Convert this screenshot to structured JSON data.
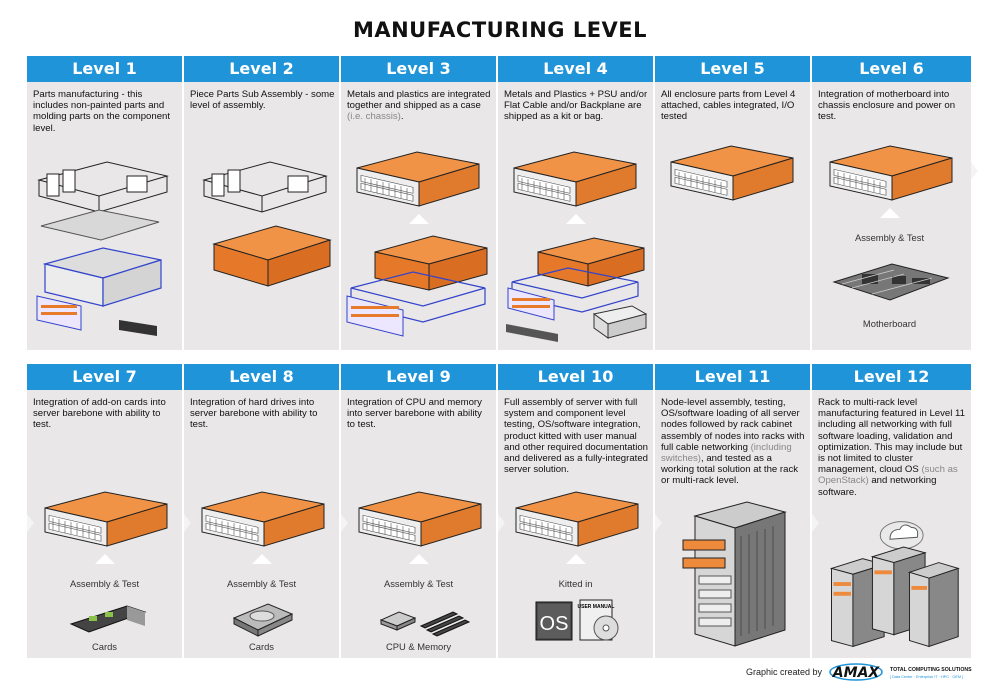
{
  "title": "MANUFACTURING LEVEL",
  "levels": [
    {
      "title": "Level 1",
      "desc": "Parts manufacturing - this includes non-painted parts and molding parts on the component level."
    },
    {
      "title": "Level 2",
      "desc": "Piece Parts Sub Assembly - some level of assembly."
    },
    {
      "title": "Level 3",
      "desc": "Metals and plastics are integrated together and shipped as a case",
      "desc_muted": " (i.e. chassis)",
      "desc_tail": "."
    },
    {
      "title": "Level 4",
      "desc": "Metals and Plastics + PSU and/or Flat Cable and/or Backplane are shipped as a kit or bag."
    },
    {
      "title": "Level 5",
      "desc": "All enclosure parts from Level 4 attached, cables integrated, I/O tested"
    },
    {
      "title": "Level 6",
      "desc": "Integration of motherboard into chassis enclosure and power on test.",
      "label1": "Assembly & Test",
      "label2": "Motherboard"
    },
    {
      "title": "Level 7",
      "desc": "Integration of add-on cards into server barebone with ability to test.",
      "label1": "Assembly & Test",
      "label2": "Cards"
    },
    {
      "title": "Level 8",
      "desc": "Integration of hard drives into server barebone with ability to test.",
      "label1": "Assembly & Test",
      "label2": "Cards"
    },
    {
      "title": "Level 9",
      "desc": "Integration of CPU and memory into server barebone with ability to test.",
      "label1": "Assembly & Test",
      "label2": "CPU & Memory"
    },
    {
      "title": "Level 10",
      "desc": "Full assembly of server with full system and component level testing, OS/software integration, product kitted with user manual and other required documentation and delivered as a fully-integrated server solution.",
      "label1": "Kitted in",
      "os_text": "OS",
      "manual_text": "USER MANUAL"
    },
    {
      "title": "Level 11",
      "desc": "Node-level assembly, testing, OS/software loading of all server nodes followed by rack cabinet assembly of nodes into racks with full cable networking",
      "desc_muted": " (including switches)",
      "desc_tail": ", and tested as a working total solution at the rack or multi-rack level."
    },
    {
      "title": "Level 12",
      "desc": "Rack to multi-rack level manufacturing featured in Level 11 including all networking with full software loading, validation and optimization. This may include but is not limited to cluster management, cloud OS",
      "desc_muted": " (such as OpenStack)",
      "desc_tail": " and networking software."
    }
  ],
  "footer": {
    "credit": "Graphic created by",
    "logo": "AMAX",
    "logo_tag": "TOTAL COMPUTING SOLUTIONS",
    "logo_sub": "[ Data Center · Enterprise IT · HPC · OEM ]"
  },
  "colors": {
    "header": "#1f94d8",
    "panel": "#e9e7e7",
    "chassis": "#ee8a3c",
    "frame": "#3344cc"
  }
}
